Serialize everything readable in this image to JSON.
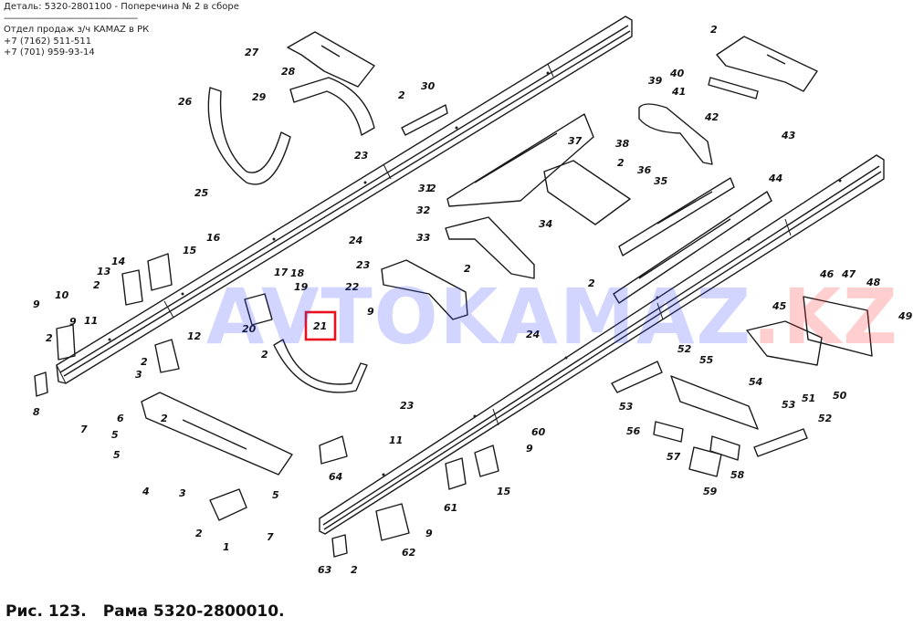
{
  "header": {
    "title": "Деталь: 5320-2801100 - Поперечина № 2 в сборе",
    "rule": "--------------------------------------------------------",
    "dept": "Отдел продаж з/ч KAMAZ в РК",
    "phone1": "+7 (7162) 511-511",
    "phone2": "+7 (701) 959-93-14"
  },
  "watermark": {
    "main": "AVTOKAMAZ",
    "suffix": ".KZ",
    "colors": {
      "main": "#3246ff",
      "suffix": "#ff2a2a"
    }
  },
  "highlight": {
    "label": "21",
    "color": "#e8101c"
  },
  "callouts": [
    "1",
    "2",
    "3",
    "4",
    "5",
    "6",
    "7",
    "8",
    "9",
    "10",
    "11",
    "12",
    "13",
    "14",
    "15",
    "16",
    "17",
    "18",
    "19",
    "20",
    "21",
    "22",
    "23",
    "24",
    "25",
    "26",
    "27",
    "28",
    "29",
    "30",
    "31",
    "32",
    "33",
    "34",
    "35",
    "36",
    "37",
    "38",
    "39",
    "40",
    "41",
    "42",
    "43",
    "44",
    "45",
    "46",
    "47",
    "48",
    "49",
    "50",
    "51",
    "52",
    "53",
    "54",
    "55",
    "56",
    "57",
    "58",
    "59",
    "60",
    "61",
    "62",
    "63",
    "64"
  ],
  "caption": {
    "fig": "Рис. 123.",
    "name": "Рама 5320-2800010."
  }
}
